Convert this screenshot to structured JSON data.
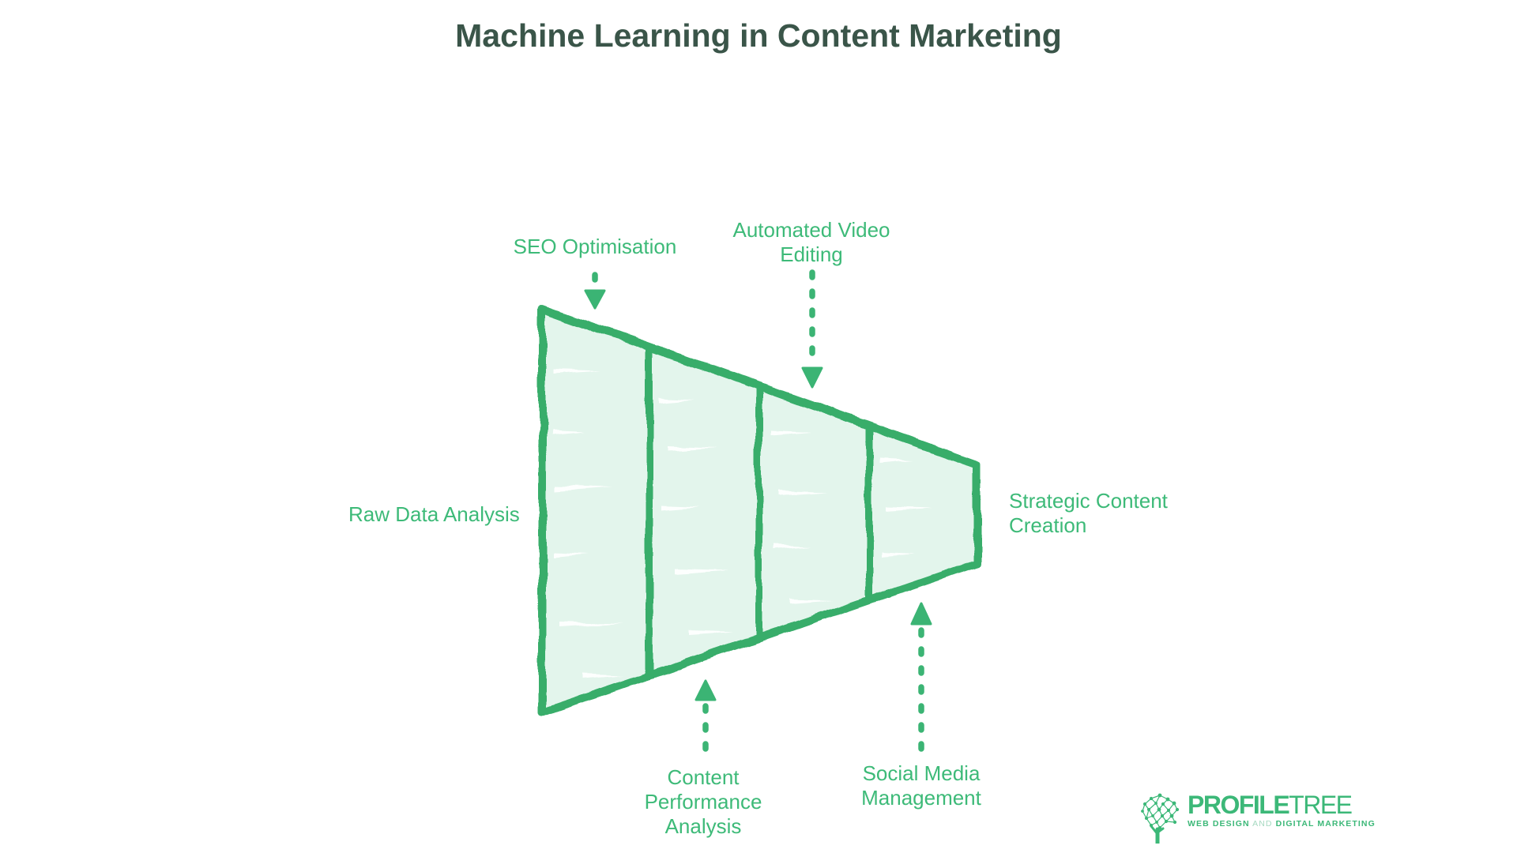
{
  "title": {
    "text": "Machine Learning in Content Marketing"
  },
  "colors": {
    "title_color": "#3a5549",
    "label_green": "#3dba78",
    "stroke_green": "#38ad6b",
    "arrow_green": "#3bb474",
    "fill_mint": "#e3f5ec",
    "brand_green": "#3cb878",
    "tagline_and": "#a5d9c0"
  },
  "diagram": {
    "type": "horizontal-funnel",
    "direction": "wide-left-to-narrow-right",
    "sections": 4,
    "stages": [
      {
        "label": "Raw Data Analysis",
        "position": "left-of-funnel",
        "arrow": "none"
      },
      {
        "label": "SEO Optimisation",
        "position": "top",
        "arrow": "dashed-down-arrow"
      },
      {
        "label": "Automated Video Editing",
        "position": "top",
        "arrow": "dashed-down-arrow"
      },
      {
        "label": "Content Performance Analysis",
        "position": "bottom",
        "arrow": "dashed-up-arrow"
      },
      {
        "label": "Social Media Management",
        "position": "bottom",
        "arrow": "dashed-up-arrow"
      },
      {
        "label": "Strategic Content Creation",
        "position": "right-of-funnel",
        "arrow": "none"
      }
    ]
  },
  "logo": {
    "icon": "tree-network-icon",
    "brand_bold": "PROFILE",
    "brand_light": "TREE",
    "tagline_left": "WEB DESIGN",
    "tagline_mid": "AND",
    "tagline_right": "DIGITAL MARKETING"
  }
}
